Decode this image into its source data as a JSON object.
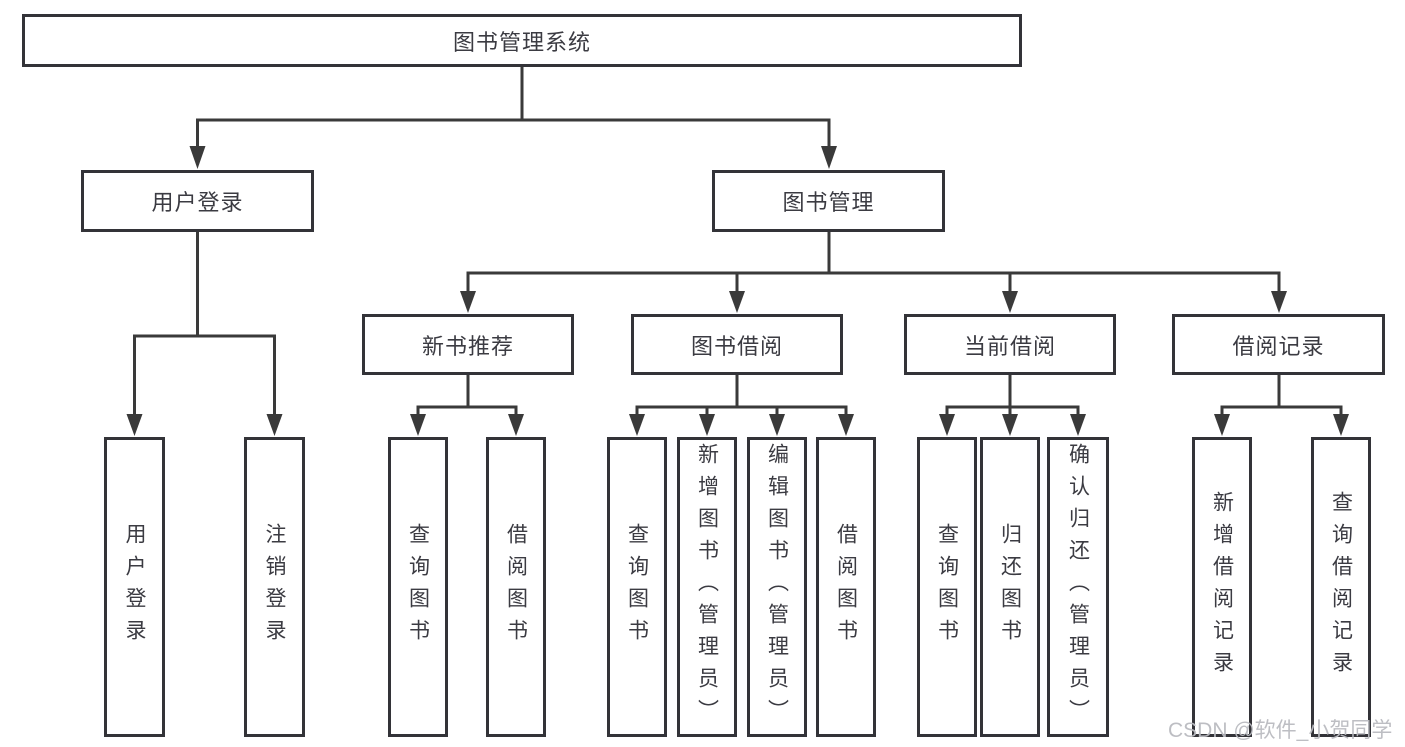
{
  "tree": {
    "root": {
      "label": "图书管理系统",
      "children": [
        {
          "label": "用户登录",
          "children": [
            {
              "label": "用户登录"
            },
            {
              "label": "注销登录"
            }
          ]
        },
        {
          "label": "图书管理",
          "children": [
            {
              "label": "新书推荐",
              "children": [
                {
                  "label": "查询图书"
                },
                {
                  "label": "借阅图书"
                }
              ]
            },
            {
              "label": "图书借阅",
              "children": [
                {
                  "label": "查询图书"
                },
                {
                  "label": "新增图书（管理员）"
                },
                {
                  "label": "编辑图书（管理员）"
                },
                {
                  "label": "借阅图书"
                }
              ]
            },
            {
              "label": "当前借阅",
              "children": [
                {
                  "label": "查询图书"
                },
                {
                  "label": "归还图书"
                },
                {
                  "label": "确认归还（管理员）"
                }
              ]
            },
            {
              "label": "借阅记录",
              "children": [
                {
                  "label": "新增借阅记录"
                },
                {
                  "label": "查询借阅记录"
                }
              ]
            }
          ]
        }
      ]
    }
  },
  "watermark": {
    "text": "CSDN @软件_小贺同学",
    "color": "#b9bbc0"
  },
  "colors": {
    "line": "#3a3a3a",
    "box_border": "#333338",
    "text": "#3b3b42",
    "background": "#ffffff"
  }
}
